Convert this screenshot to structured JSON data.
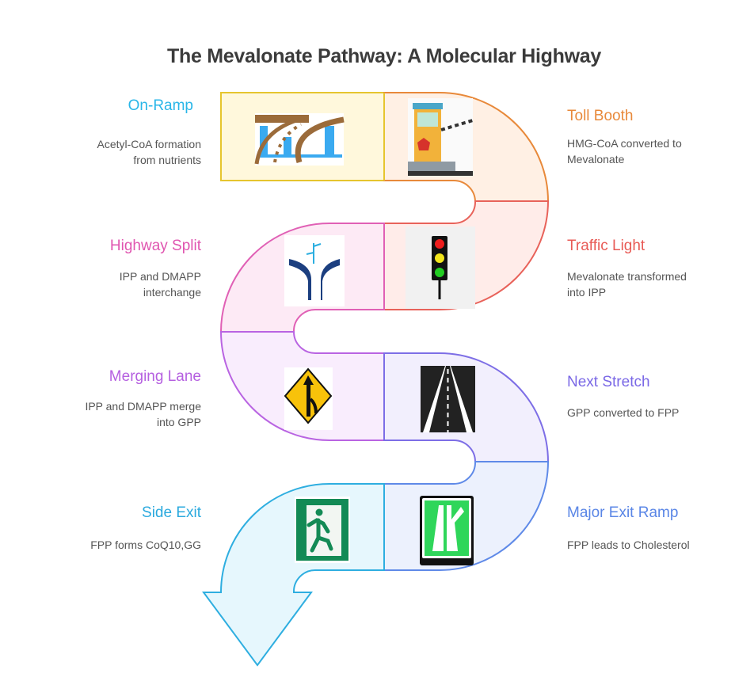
{
  "title": "The Mevalonate Pathway: A Molecular Highway",
  "steps": [
    {
      "label": "On-Ramp",
      "desc": [
        "Acetyl-CoA formation",
        "from nutrients"
      ],
      "icon": "overpass-ramp-icon",
      "color": "#29b6e8",
      "stroke": "#e6c52e",
      "fill": "#fff8dc"
    },
    {
      "label": "Toll Booth",
      "desc": [
        "HMG-CoA converted to",
        "Mevalonate"
      ],
      "icon": "toll-booth-icon",
      "color": "#e8893a",
      "stroke": "#e8893a",
      "fill": "#fff0e4"
    },
    {
      "label": "Traffic Light",
      "desc": [
        "Mevalonate transformed",
        "into IPP"
      ],
      "icon": "traffic-light-icon",
      "color": "#e85a55",
      "stroke": "#e8625a",
      "fill": "#ffece9"
    },
    {
      "label": "Highway Split",
      "desc": [
        "IPP and DMAPP",
        "interchange"
      ],
      "icon": "road-fork-icon",
      "color": "#e055b0",
      "stroke": "#e060b5",
      "fill": "#fdeaf5"
    },
    {
      "label": "Merging Lane",
      "desc": [
        "IPP and DMAPP merge",
        "into GPP"
      ],
      "icon": "merge-sign-icon",
      "color": "#b560e0",
      "stroke": "#b964e2",
      "fill": "#f9edfd"
    },
    {
      "label": "Next Stretch",
      "desc": [
        "GPP converted to FPP"
      ],
      "icon": "straight-road-icon",
      "color": "#7a68e6",
      "stroke": "#7d6ee6",
      "fill": "#f2effd"
    },
    {
      "label": "Major Exit Ramp",
      "desc": [
        "FPP leads to Cholesterol"
      ],
      "icon": "exit-ramp-sign-icon",
      "color": "#5a86e6",
      "stroke": "#5f8ae8",
      "fill": "#ecf1fd"
    },
    {
      "label": "Side Exit",
      "desc": [
        "FPP forms CoQ10,GG"
      ],
      "icon": "emergency-exit-icon",
      "color": "#2aa9de",
      "stroke": "#2eaee0",
      "fill": "#e6f7fd"
    }
  ]
}
